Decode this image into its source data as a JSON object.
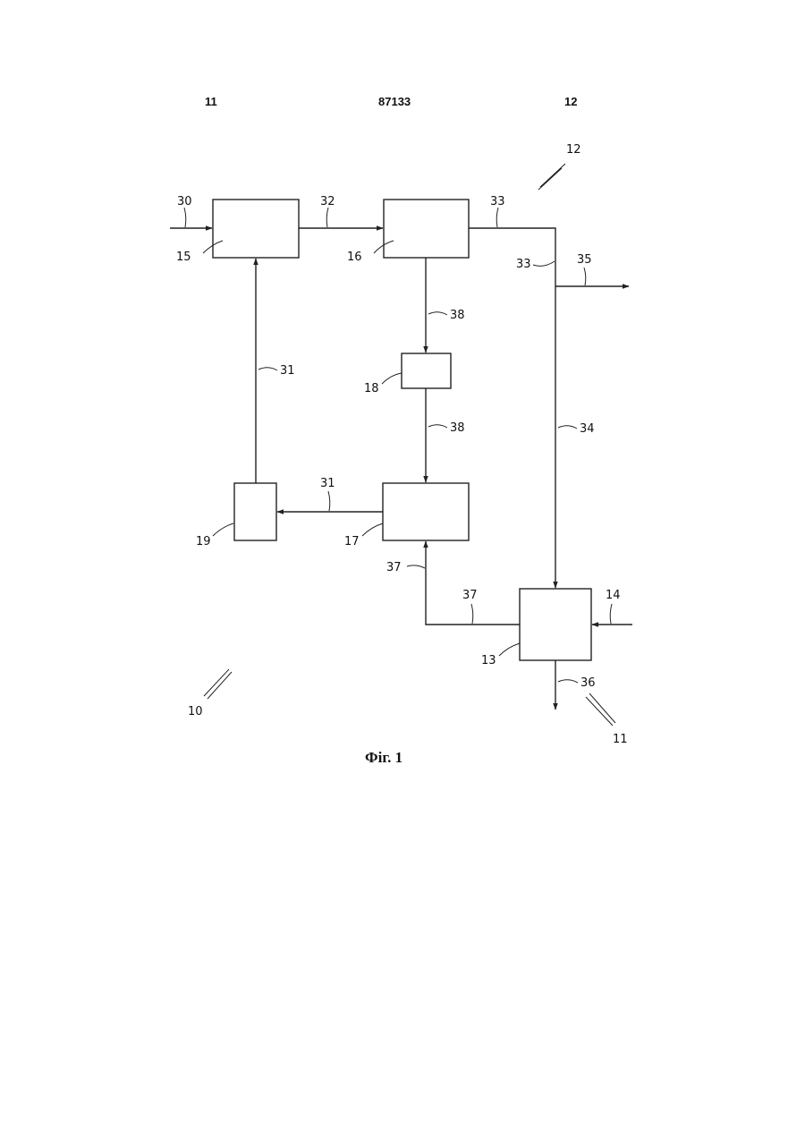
{
  "header": {
    "left": "11",
    "center": "87133",
    "right": "12"
  },
  "figure": {
    "caption": "Фіг. 1",
    "blocks": [
      "15",
      "16",
      "17",
      "18",
      "19",
      "13"
    ],
    "streams": [
      "30",
      "32",
      "33",
      "33",
      "35",
      "38",
      "38",
      "31",
      "31",
      "34",
      "37",
      "37",
      "14",
      "36"
    ],
    "refs": {
      "ref_12": "12",
      "ref_10": "10",
      "ref_11": "11"
    }
  }
}
